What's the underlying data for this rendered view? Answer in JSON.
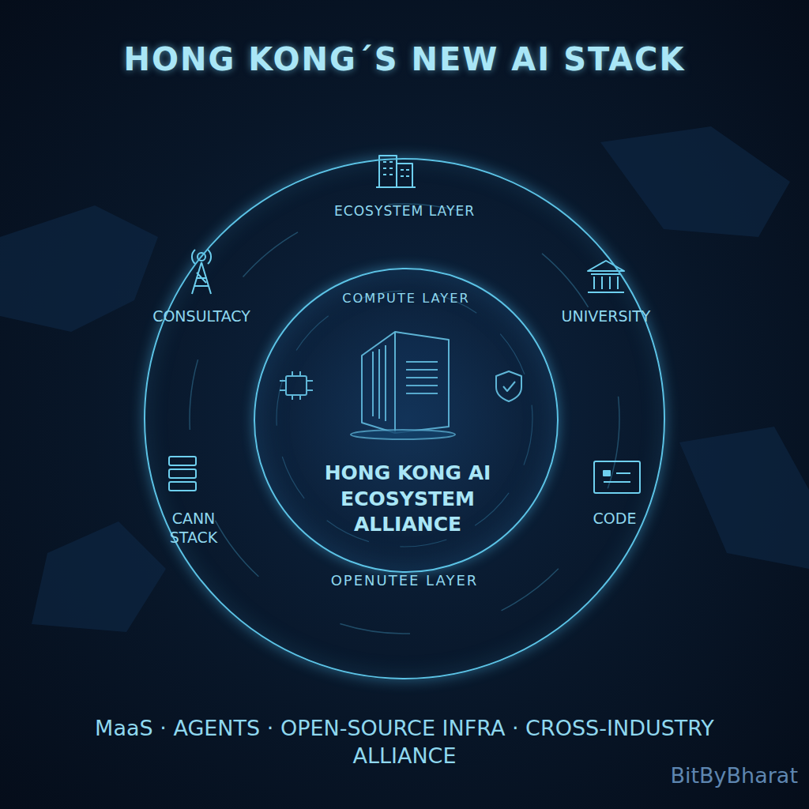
{
  "diagram": {
    "title": "HONG KONG´S NEW AI STACK",
    "caption": "MaaS · AGENTS · OPEN-SOURCE INFRA · CROSS-INDUSTRY ALLIANCE",
    "nodes": [
      {
        "text": [
          "ECOSYSTEM LAYER"
        ]
      },
      {
        "text": [
          "COMPUTE LAYER",
          "HONG KONG AI ECOSYSTEM ALLIANCE"
        ],
        "in": 0
      }
    ],
    "labels": [
      "CONSULTACY",
      "UNIVERSITY",
      "CANN STACK",
      "CODE",
      "OPENUTEE LAYER",
      "BitByBharat"
    ]
  }
}
